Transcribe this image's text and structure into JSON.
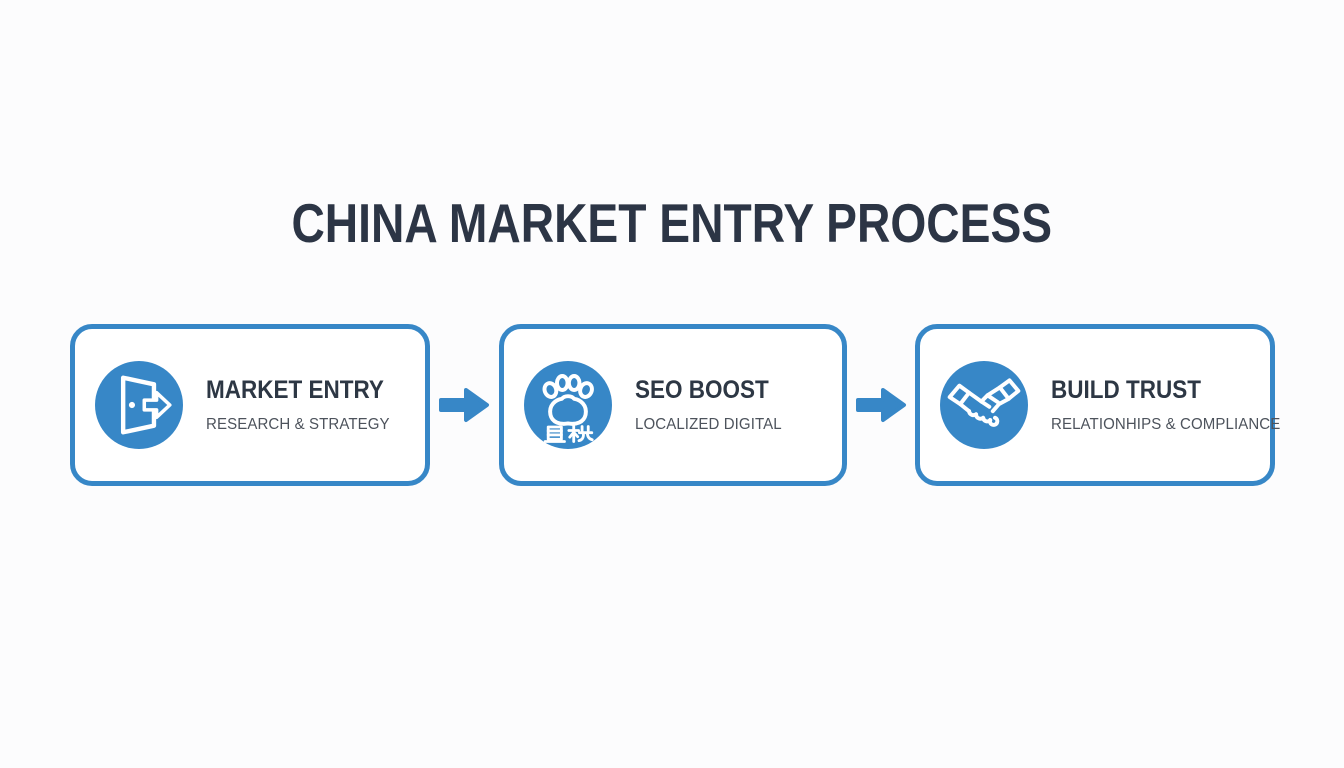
{
  "title": "CHINA MARKET ENTRY PROCESS",
  "colors": {
    "accent_blue": "#3787c7",
    "title_navy": "#2c3545",
    "subtitle_gray": "#4d535c",
    "card_background": "#ffffff",
    "page_background": "#fcfcfd"
  },
  "steps": [
    {
      "title": "MARKET ENTRY",
      "subtitle": "RESEARCH & STRATEGY",
      "icon": "open-door-arrow-icon"
    },
    {
      "title": "SEO BOOST",
      "subtitle": "LOCALIZED DIGITAL",
      "icon": "baidu-paw-icon"
    },
    {
      "title": "BUILD TRUST",
      "subtitle": "RELATIONHIPS & COMPLIANCE",
      "icon": "handshake-icon"
    }
  ],
  "connectors": [
    {
      "icon": "right-arrow"
    },
    {
      "icon": "right-arrow"
    }
  ]
}
